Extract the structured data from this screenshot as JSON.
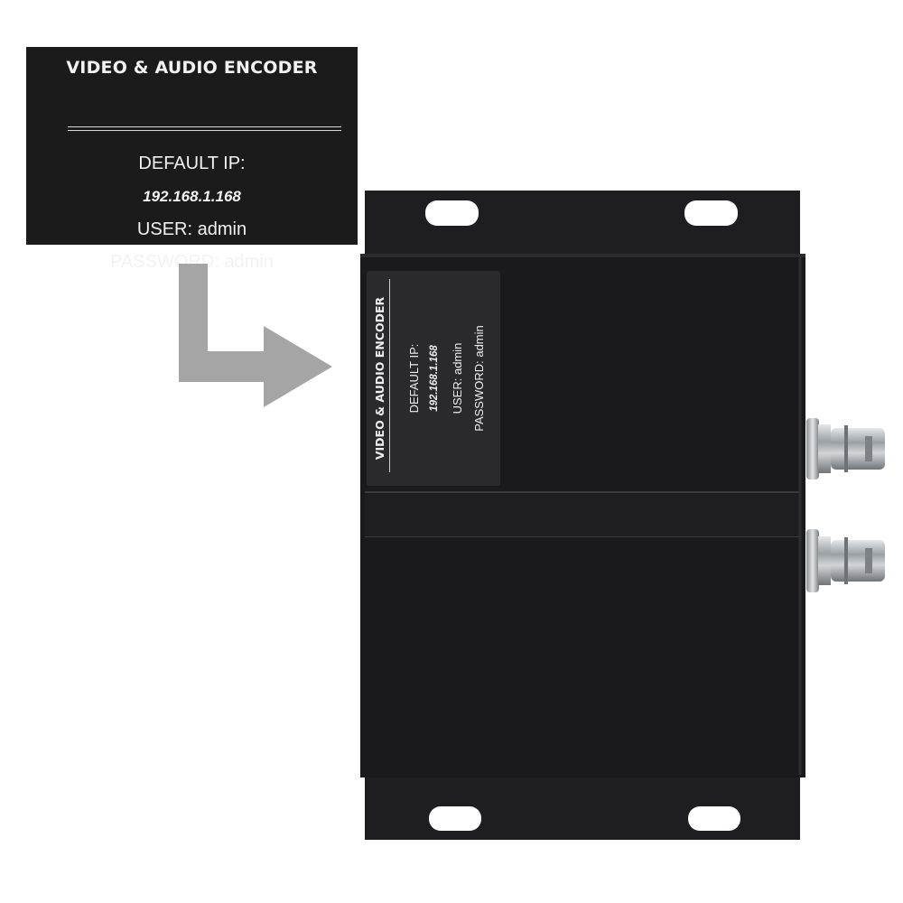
{
  "label": {
    "title": "VIDEO & AUDIO ENCODER",
    "default_ip_label": "DEFAULT IP:",
    "ip": "192.168.1.168",
    "user": "USER:  admin",
    "password": "PASSWORD:  admin"
  },
  "sticker": {
    "title": "VIDEO & AUDIO ENCODER",
    "default_ip_label": "DEFAULT IP:",
    "ip": "192.168.1.168",
    "user": "USER:  admin",
    "password": "PASSWORD:  admin"
  },
  "colors": {
    "device_body": "#1c1c1e",
    "label_bg": "#1b1b1c",
    "arrow": "#a5a5a5",
    "connector": "#b8bcc0"
  },
  "icons": {
    "arrow": "right-angle-arrow-icon",
    "connector": "bnc-connector-icon"
  }
}
